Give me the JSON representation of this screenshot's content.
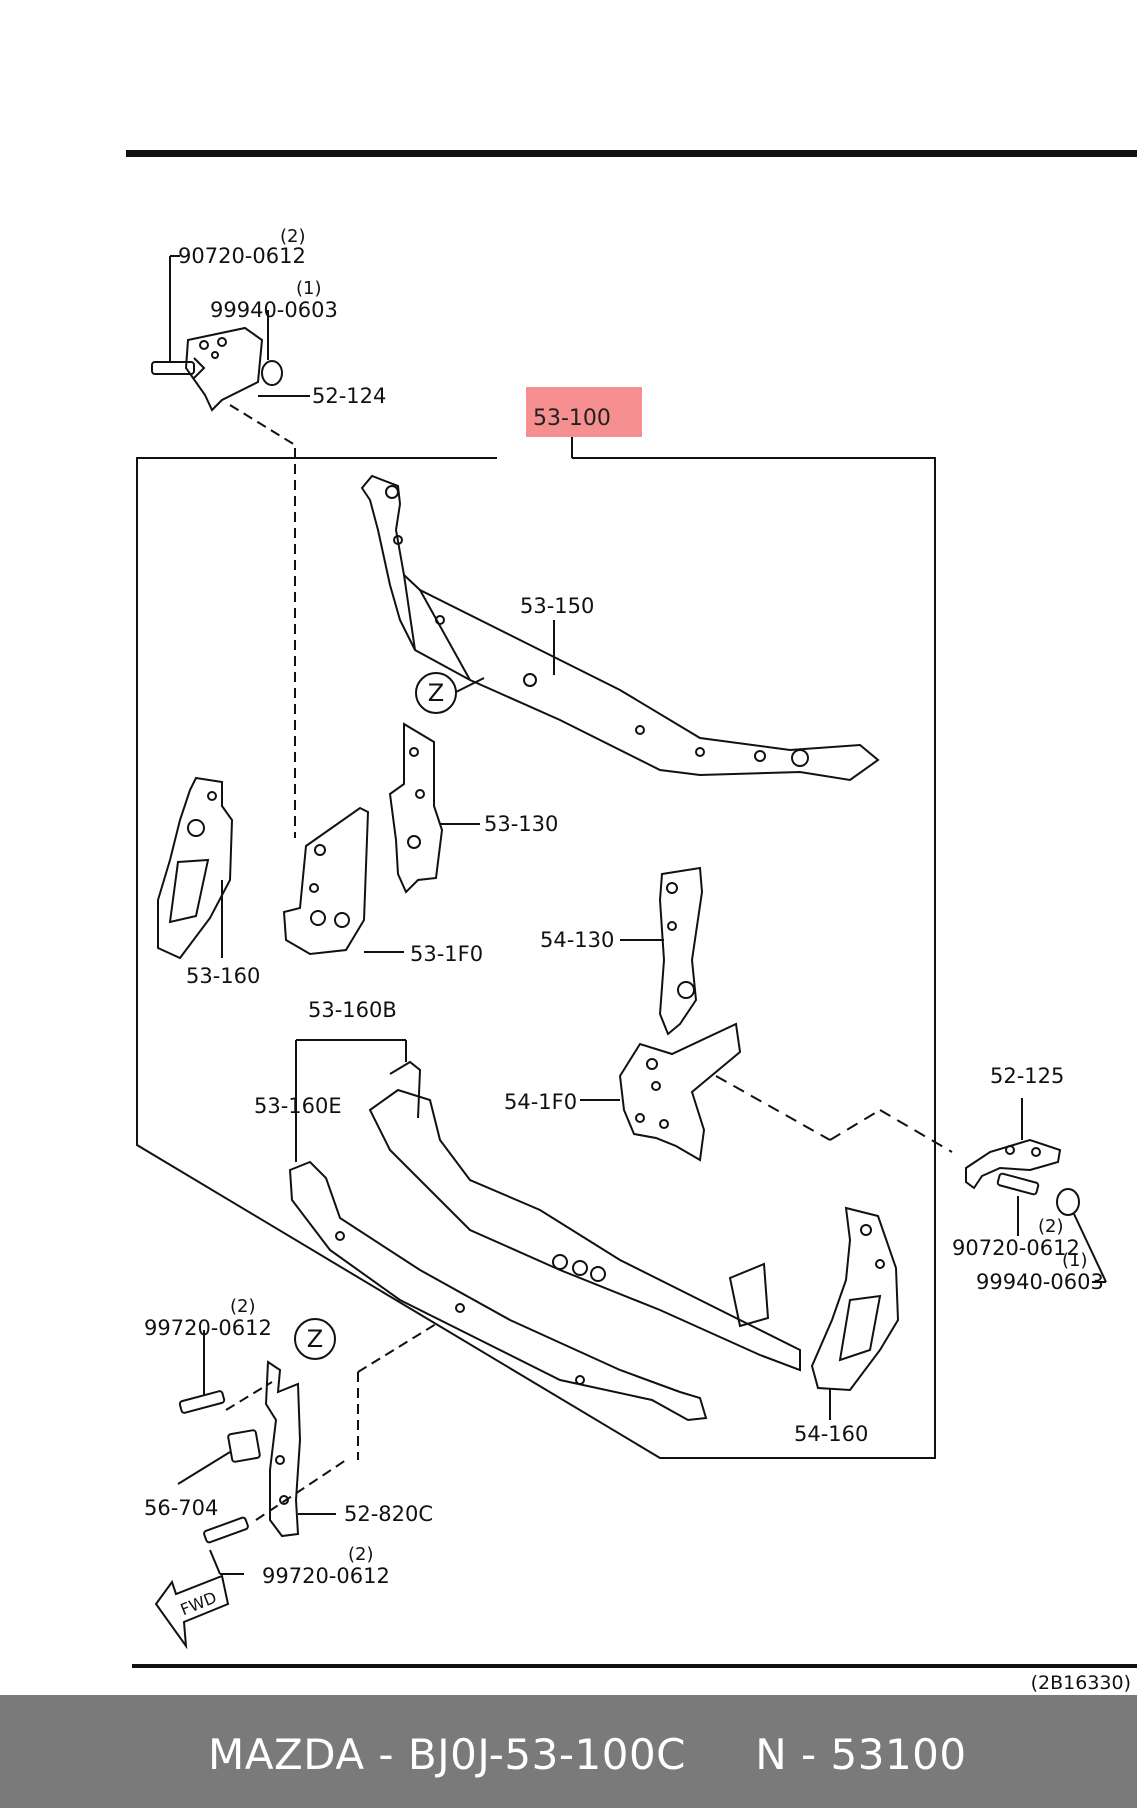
{
  "title_part": "53-100",
  "labels": {
    "p_90720_0612_top": "90720-0612",
    "q_90720_0612_top": "(2)",
    "p_99940_0603_top": "99940-0603",
    "q_99940_0603_top": "(1)",
    "p_52_124": "52-124",
    "p_53_150": "53-150",
    "z_top": "Z",
    "p_53_130": "53-130",
    "p_53_160": "53-160",
    "p_53_1f0": "53-1F0",
    "p_54_130": "54-130",
    "p_53_160b": "53-160B",
    "p_53_160e": "53-160E",
    "p_54_1f0": "54-1F0",
    "p_52_125": "52-125",
    "p_90720_0612_right": "90720-0612",
    "q_90720_0612_right": "(2)",
    "p_99940_0603_right": "99940-0603",
    "q_99940_0603_right": "(1)",
    "p_99720_0612_a": "99720-0612",
    "q_99720_0612_a": "(2)",
    "z_bottom": "Z",
    "p_56_704": "56-704",
    "p_52_820c": "52-820C",
    "p_99720_0612_b": "99720-0612",
    "q_99720_0612_b": "(2)",
    "p_54_160": "54-160",
    "fwd": "FWD"
  },
  "diagram_ref": "(2B16330)",
  "footer": {
    "text": "MAZDA - BJ0J-53-100C     N - 53100"
  },
  "colors": {
    "highlight": "#f58f90",
    "footer_bg": "#7a7a7a",
    "footer_text": "#ffffff",
    "line": "#111111"
  }
}
